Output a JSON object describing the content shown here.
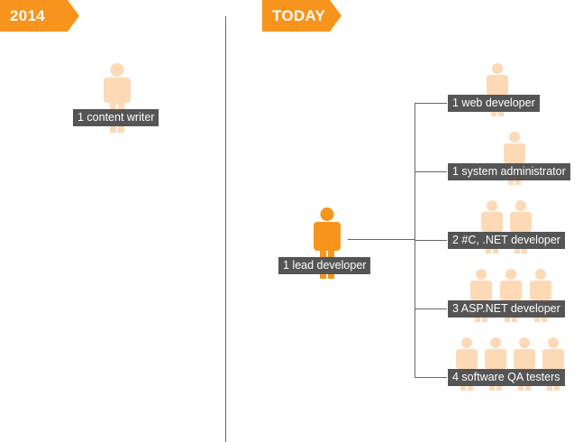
{
  "timeline": {
    "left_header": "2014",
    "right_header": "TODAY"
  },
  "left": {
    "label": "1 content writer"
  },
  "lead": {
    "label": "1 lead developer"
  },
  "teams": [
    {
      "label": "1 web developer",
      "count": 1
    },
    {
      "label": "1 system administrator",
      "count": 1
    },
    {
      "label": "2 #C, .NET developer",
      "count": 2
    },
    {
      "label": "3 ASP.NET developer",
      "count": 3
    },
    {
      "label": "4 software QA testers",
      "count": 4
    }
  ],
  "colors": {
    "accent": "#f7941d",
    "light_person": "#fdd9b5",
    "label_bg": "#555555",
    "line": "#666666"
  }
}
